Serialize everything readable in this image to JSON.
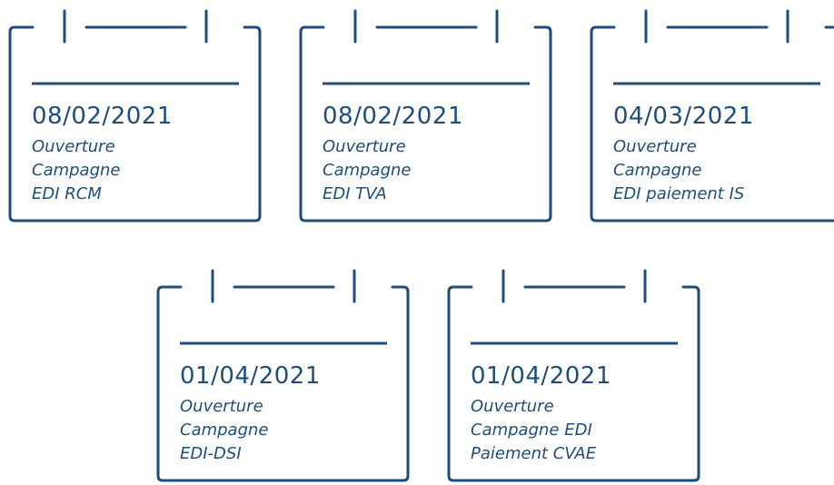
{
  "colors": {
    "accent": "#1e4e79",
    "background": "#ffffff"
  },
  "cards": [
    {
      "date": "08/02/2021",
      "lines": [
        "Ouverture",
        "Campagne",
        "EDI RCM"
      ]
    },
    {
      "date": "08/02/2021",
      "lines": [
        "Ouverture",
        "Campagne",
        "EDI TVA"
      ]
    },
    {
      "date": "04/03/2021",
      "lines": [
        "Ouverture",
        "Campagne",
        "EDI paiement IS"
      ]
    },
    {
      "date": "01/04/2021",
      "lines": [
        "Ouverture",
        "Campagne",
        "EDI-DSI"
      ]
    },
    {
      "date": "01/04/2021",
      "lines": [
        "Ouverture",
        "Campagne EDI",
        "Paiement CVAE"
      ]
    }
  ]
}
